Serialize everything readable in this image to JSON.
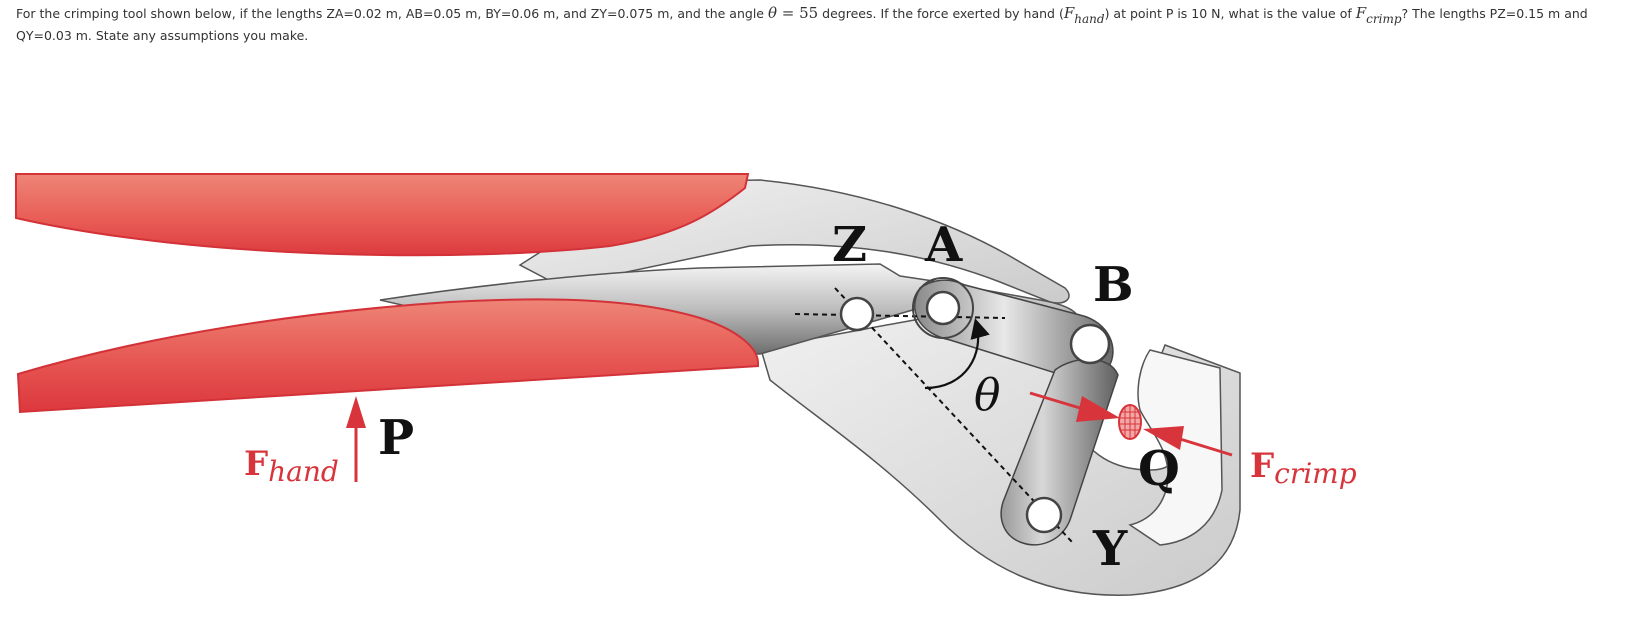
{
  "question": {
    "part1": "For the crimping tool shown below, if the lengths ZA=0.02 m, AB=0.05 m, BY=0.06 m, and ZY=0.075 m, and the angle ",
    "theta_symbol": "θ",
    "equals": " = ",
    "theta_value": "55",
    "part2": " degrees. If the force exerted by hand (",
    "fhand_F": "F",
    "fhand_sub": "hand",
    "part3": ") at point P is 10 N, what is the value of ",
    "fcrimp_F": "F",
    "fcrimp_sub": "crimp",
    "part4": "? The lengths PZ=0.15 m and QY=0.03 m. State any assumptions you make."
  },
  "diagram": {
    "labels": {
      "Z": "Z",
      "A": "A",
      "B": "B",
      "Q": "Q",
      "Y": "Y",
      "P": "P",
      "theta": "θ"
    },
    "fhand_label": {
      "main": "F",
      "sub": "hand"
    },
    "fcrimp_label": {
      "main": "F",
      "sub": "crimp"
    },
    "colors": {
      "handle_red": "#e8474a",
      "handle_edge": "#d23238",
      "force_arrow": "#d7353b",
      "metal_light": "#e6e6e6",
      "metal_dark": "#7d7d7d"
    }
  }
}
